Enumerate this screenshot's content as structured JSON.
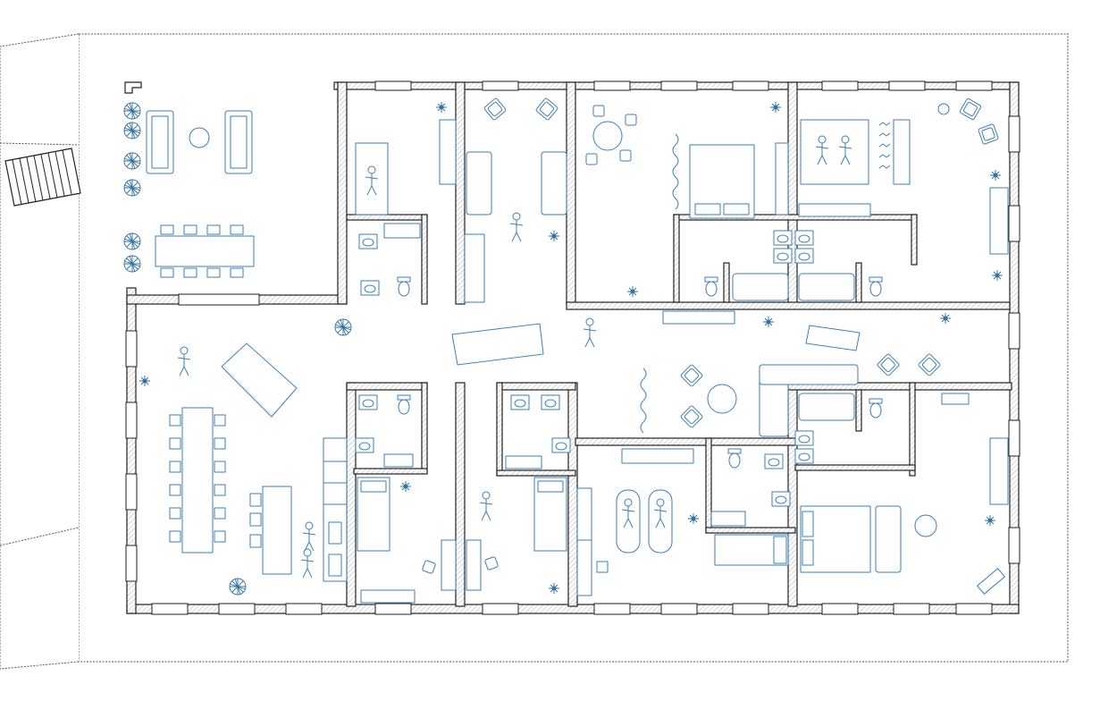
{
  "diagram": {
    "type": "architectural-floor-plan",
    "colors": {
      "walls": "#222222",
      "furniture": "#3b7fb8",
      "background": "#ffffff",
      "site_outline": "#555555"
    },
    "rooms": [
      {
        "id": "lounge-dining"
      },
      {
        "id": "studio-1"
      },
      {
        "id": "sitting-room"
      },
      {
        "id": "master-bedroom-1"
      },
      {
        "id": "master-bedroom-2"
      },
      {
        "id": "meeting-hall"
      },
      {
        "id": "corridor"
      },
      {
        "id": "bedroom-south-1"
      },
      {
        "id": "bedroom-south-2"
      },
      {
        "id": "spa-room"
      },
      {
        "id": "bedroom-south-east"
      }
    ],
    "icons": [
      "plant-icon",
      "chair-icon",
      "bed-icon",
      "sofa-icon",
      "table-icon",
      "toilet-icon",
      "bathtub-icon",
      "person-icon",
      "staircase-icon"
    ]
  }
}
